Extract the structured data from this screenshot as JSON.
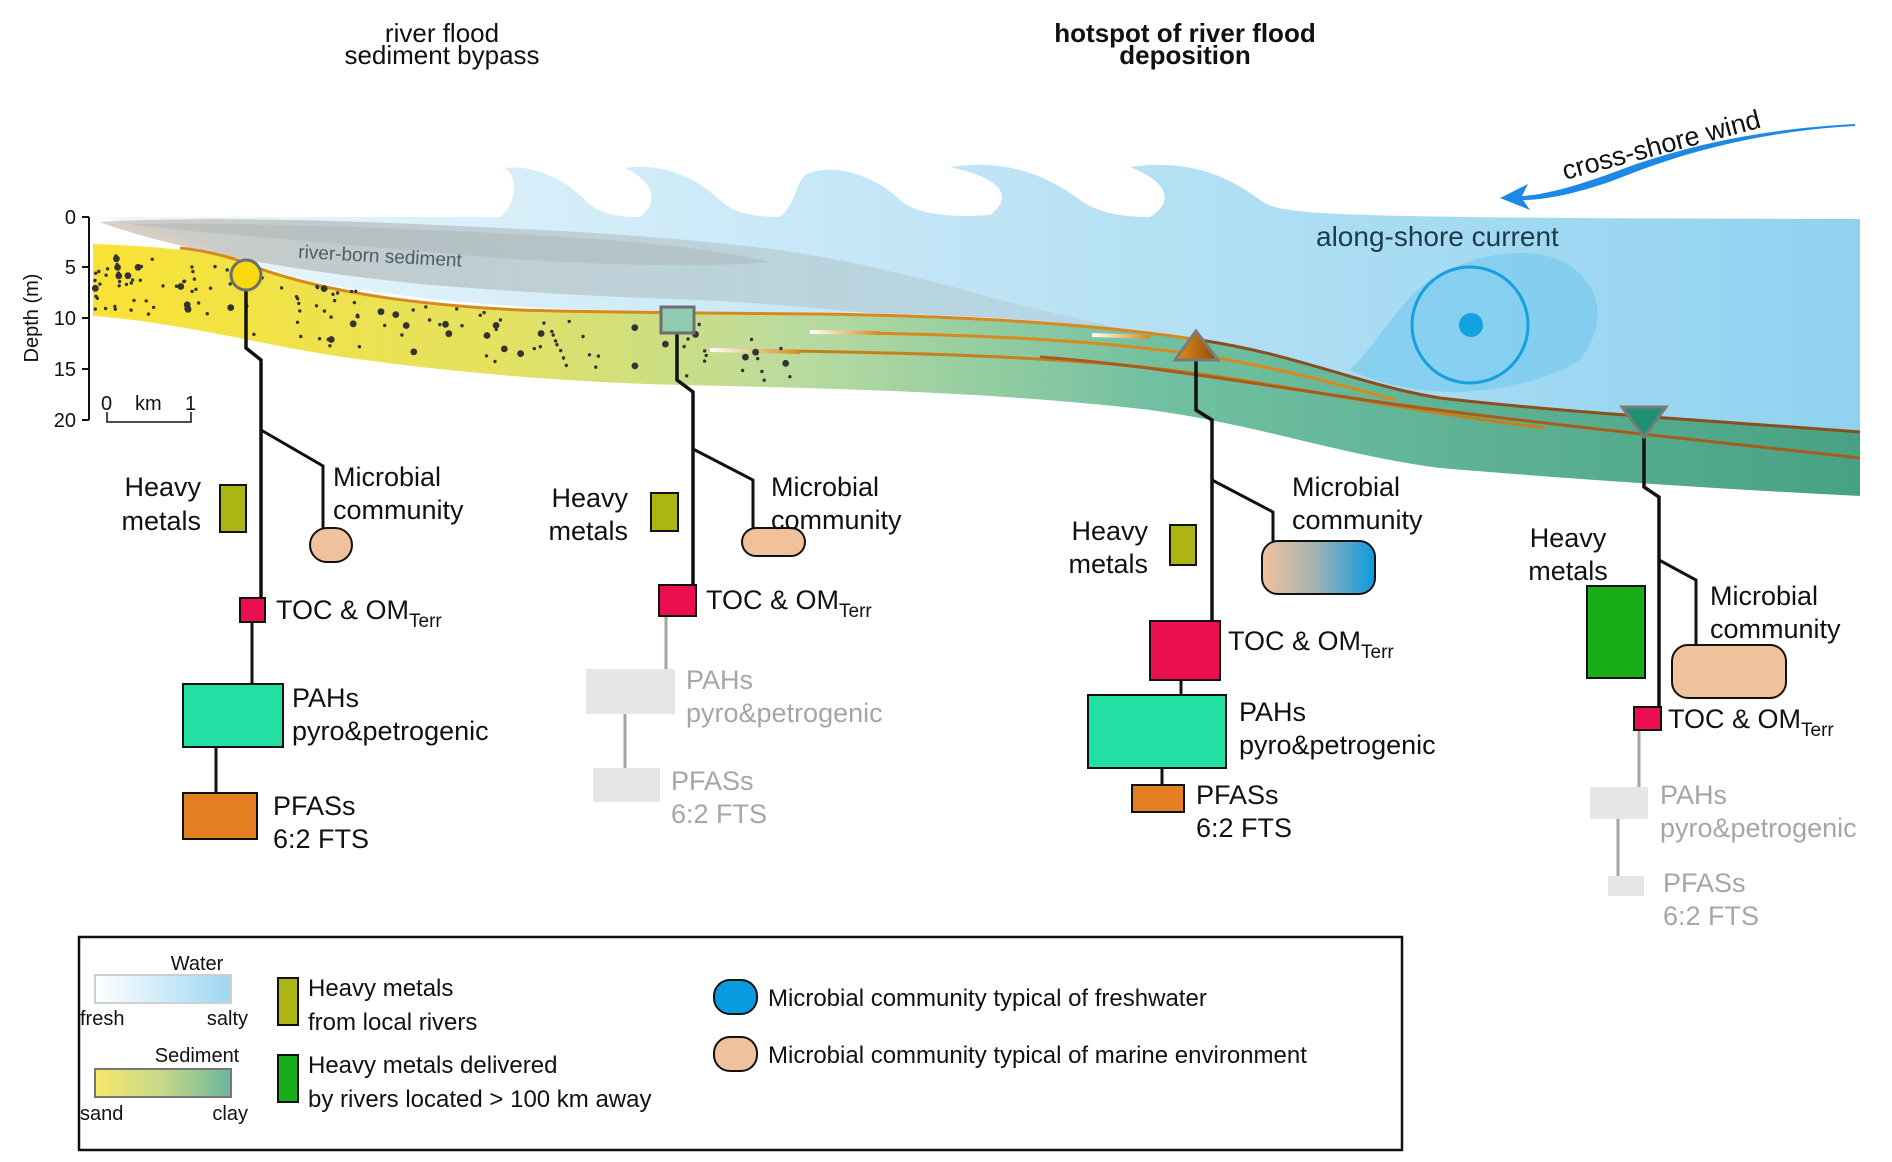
{
  "titles": {
    "bypass": [
      "river flood",
      "sediment bypass"
    ],
    "hotspot": [
      "hotspot of river flood",
      "deposition"
    ]
  },
  "annotations": {
    "river_born_sediment": "river-born sediment",
    "along_shore_current": "along-shore current",
    "cross_shore_wind": "cross-shore wind"
  },
  "depth_axis": {
    "label": "Depth (m)",
    "ticks": [
      "0",
      "5",
      "10",
      "15",
      "20"
    ],
    "range_m": [
      0,
      20
    ]
  },
  "scale_bar": {
    "start": "0",
    "unit": "km",
    "end": "1"
  },
  "colors": {
    "heavy_metals_local": "#adb514",
    "heavy_metals_distant": "#1aad1a",
    "toc": "#ec0f50",
    "pahs": "#22dfa3",
    "pfas": "#e47f24",
    "microbial_marine": "#f0c19a",
    "microbial_freshwater": "#0a9ae0",
    "faded": "#e5e5e5",
    "water_fresh": "#eaf6fc",
    "water_salty": "#8fd2f0",
    "sediment_sand": "#f9e234",
    "sediment_clay": "#4aa387"
  },
  "stations": [
    {
      "marker": "circle",
      "heavy_metals": {
        "label": [
          "Heavy",
          "metals"
        ],
        "source": "local"
      },
      "microbial": {
        "label": [
          "Microbial",
          "community"
        ],
        "type": "marine"
      },
      "toc": {
        "label": "TOC & OM",
        "sub": "Terr"
      },
      "pahs": {
        "label": [
          "PAHs",
          "pyro&petrogenic"
        ],
        "faded": false
      },
      "pfas": {
        "label": [
          "PFASs",
          "6:2 FTS"
        ],
        "faded": false
      }
    },
    {
      "marker": "square",
      "heavy_metals": {
        "label": [
          "Heavy",
          "metals"
        ],
        "source": "local"
      },
      "microbial": {
        "label": [
          "Microbial",
          "community"
        ],
        "type": "marine"
      },
      "toc": {
        "label": "TOC & OM",
        "sub": "Terr"
      },
      "pahs": {
        "label": [
          "PAHs",
          "pyro&petrogenic"
        ],
        "faded": true
      },
      "pfas": {
        "label": [
          "PFASs",
          "6:2 FTS"
        ],
        "faded": true
      }
    },
    {
      "marker": "triangle-up",
      "heavy_metals": {
        "label": [
          "Heavy",
          "metals"
        ],
        "source": "local"
      },
      "microbial": {
        "label": [
          "Microbial",
          "community"
        ],
        "type": "mixed"
      },
      "toc": {
        "label": "TOC & OM",
        "sub": "Terr"
      },
      "pahs": {
        "label": [
          "PAHs",
          "pyro&petrogenic"
        ],
        "faded": false
      },
      "pfas": {
        "label": [
          "PFASs",
          "6:2 FTS"
        ],
        "faded": false
      }
    },
    {
      "marker": "triangle-down",
      "heavy_metals": {
        "label": [
          "Heavy",
          "metals"
        ],
        "source": "distant"
      },
      "microbial": {
        "label": [
          "Microbial",
          "community"
        ],
        "type": "marine"
      },
      "toc": {
        "label": "TOC & OM",
        "sub": "Terr"
      },
      "pahs": {
        "label": [
          "PAHs",
          "pyro&petrogenic"
        ],
        "faded": true
      },
      "pfas": {
        "label": [
          "PFASs",
          "6:2 FTS"
        ],
        "faded": true
      }
    }
  ],
  "legend": {
    "water": {
      "title": "Water",
      "left": "fresh",
      "right": "salty"
    },
    "sediment": {
      "title": "Sediment",
      "left": "sand",
      "right": "clay"
    },
    "heavy_metals_local": [
      "Heavy metals",
      "from local rivers"
    ],
    "heavy_metals_distant": [
      "Heavy metals delivered",
      "by rivers located > 100 km away"
    ],
    "microbial_freshwater": "Microbial community typical of freshwater",
    "microbial_marine": "Microbial community typical of marine environment"
  }
}
